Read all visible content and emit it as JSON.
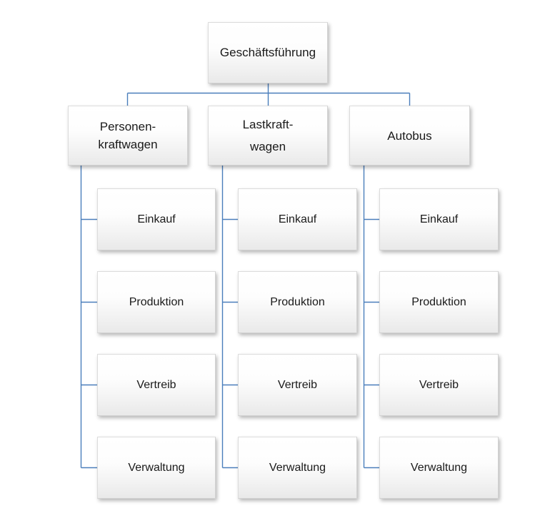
{
  "diagram": {
    "type": "organizational-chart",
    "title": "Geschäftsführung",
    "orientation": "top-down",
    "colors": {
      "connector": "#4a7ebb",
      "node_border": "#d2d2d2",
      "node_fill_top": "#ffffff",
      "node_fill_bottom": "#e9e9e9",
      "text": "#1a1a1a",
      "background": "#ffffff"
    },
    "root": {
      "label": "Geschäftsführung"
    },
    "departments": [
      {
        "label": "Personen-\nkraftwagen",
        "line_spacing": "tight"
      },
      {
        "label": "Lastkraft-\nwagen",
        "line_spacing": "loose"
      },
      {
        "label": "Autobus",
        "line_spacing": "loose"
      }
    ],
    "unit_rows": [
      "Einkauf",
      "Produktion",
      "Vertreib",
      "Verwaltung"
    ],
    "units": [
      [
        "Einkauf",
        "Produktion",
        "Vertreib",
        "Verwaltung"
      ],
      [
        "Einkauf",
        "Produktion",
        "Vertreib",
        "Verwaltung"
      ],
      [
        "Einkauf",
        "Produktion",
        "Vertreib",
        "Verwaltung"
      ]
    ]
  }
}
